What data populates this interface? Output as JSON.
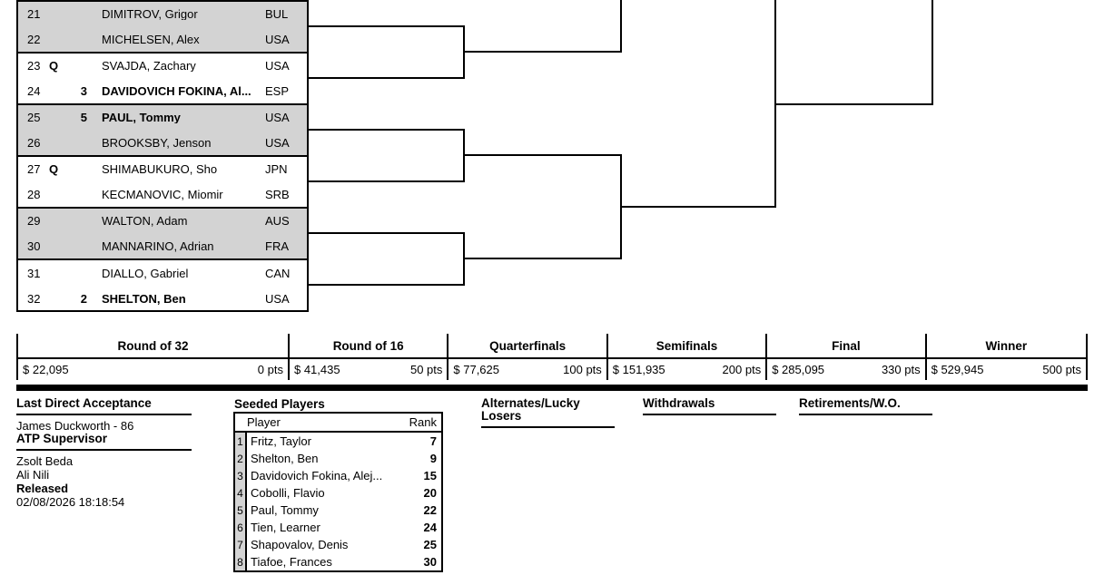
{
  "colors": {
    "shaded_row": "#d3d3d3",
    "line": "#000000",
    "seed_col_bg": "#d4d4d4"
  },
  "bracket": {
    "rows": [
      {
        "pos": "21",
        "status": "",
        "seed": "",
        "name": "DIMITROV, Grigor",
        "country": "BUL"
      },
      {
        "pos": "22",
        "status": "",
        "seed": "",
        "name": "MICHELSEN, Alex",
        "country": "USA"
      },
      {
        "pos": "23",
        "status": "Q",
        "seed": "",
        "name": "SVAJDA, Zachary",
        "country": "USA"
      },
      {
        "pos": "24",
        "status": "",
        "seed": "3",
        "name": "DAVIDOVICH FOKINA, Al...",
        "country": "ESP"
      },
      {
        "pos": "25",
        "status": "",
        "seed": "5",
        "name": "PAUL, Tommy",
        "country": "USA"
      },
      {
        "pos": "26",
        "status": "",
        "seed": "",
        "name": "BROOKSBY, Jenson",
        "country": "USA"
      },
      {
        "pos": "27",
        "status": "Q",
        "seed": "",
        "name": "SHIMABUKURO, Sho",
        "country": "JPN"
      },
      {
        "pos": "28",
        "status": "",
        "seed": "",
        "name": "KECMANOVIC, Miomir",
        "country": "SRB"
      },
      {
        "pos": "29",
        "status": "",
        "seed": "",
        "name": "WALTON, Adam",
        "country": "AUS"
      },
      {
        "pos": "30",
        "status": "",
        "seed": "",
        "name": "MANNARINO, Adrian",
        "country": "FRA"
      },
      {
        "pos": "31",
        "status": "",
        "seed": "",
        "name": "DIALLO, Gabriel",
        "country": "CAN"
      },
      {
        "pos": "32",
        "status": "",
        "seed": "2",
        "name": "SHELTON, Ben",
        "country": "USA"
      }
    ]
  },
  "prize_table": {
    "rounds": [
      {
        "label": "Round of 32",
        "prize": "$ 22,095",
        "points": "0 pts"
      },
      {
        "label": "Round of 16",
        "prize": "$ 41,435",
        "points": "50 pts"
      },
      {
        "label": "Quarterfinals",
        "prize": "$ 77,625",
        "points": "100 pts"
      },
      {
        "label": "Semifinals",
        "prize": "$ 151,935",
        "points": "200 pts"
      },
      {
        "label": "Final",
        "prize": "$ 285,095",
        "points": "330 pts"
      },
      {
        "label": "Winner",
        "prize": "$ 529,945",
        "points": "500 pts"
      }
    ]
  },
  "footer": {
    "last_direct_acceptance": {
      "title": "Last Direct Acceptance",
      "value": "James Duckworth - 86"
    },
    "atp_supervisor": {
      "title": "ATP Supervisor",
      "names": [
        "Zsolt Beda",
        "Ali Nili"
      ]
    },
    "released": {
      "label": "Released",
      "timestamp": "02/08/2026 18:18:54"
    },
    "seeded_players": {
      "title": "Seeded Players",
      "columns": {
        "player": "Player",
        "rank": "Rank"
      },
      "rows": [
        {
          "seed": "1",
          "name": "Fritz, Taylor",
          "rank": "7"
        },
        {
          "seed": "2",
          "name": "Shelton, Ben",
          "rank": "9"
        },
        {
          "seed": "3",
          "name": "Davidovich Fokina, Alej...",
          "rank": "15"
        },
        {
          "seed": "4",
          "name": "Cobolli, Flavio",
          "rank": "20"
        },
        {
          "seed": "5",
          "name": "Paul, Tommy",
          "rank": "22"
        },
        {
          "seed": "6",
          "name": "Tien, Learner",
          "rank": "24"
        },
        {
          "seed": "7",
          "name": "Shapovalov, Denis",
          "rank": "25"
        },
        {
          "seed": "8",
          "name": "Tiafoe, Frances",
          "rank": "30"
        }
      ]
    },
    "alternates_lucky_losers": {
      "title": "Alternates/Lucky Losers"
    },
    "withdrawals": {
      "title": "Withdrawals"
    },
    "retirements": {
      "title": "Retirements/W.O."
    }
  }
}
